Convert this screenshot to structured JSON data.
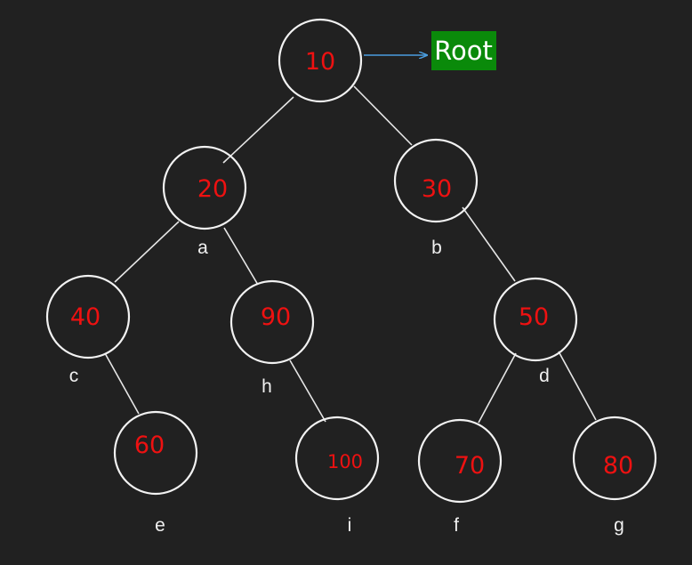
{
  "root_marker": {
    "label": "Root",
    "bg_color": "#0a8a0a",
    "arrow_color": "#4a9ee0"
  },
  "colors": {
    "background": "#212121",
    "node_value": "#ee1111",
    "node_outline": "#f2f2f2",
    "letter_label": "#f0f0f0"
  },
  "nodes": [
    {
      "id": "n10",
      "value": "10",
      "letter": ""
    },
    {
      "id": "n20",
      "value": "20",
      "letter": "a"
    },
    {
      "id": "n30",
      "value": "30",
      "letter": "b"
    },
    {
      "id": "n40",
      "value": "40",
      "letter": "c"
    },
    {
      "id": "n90",
      "value": "90",
      "letter": "h"
    },
    {
      "id": "n50",
      "value": "50",
      "letter": "d"
    },
    {
      "id": "n60",
      "value": "60",
      "letter": "e"
    },
    {
      "id": "n100",
      "value": "100",
      "letter": "i"
    },
    {
      "id": "n70",
      "value": "70",
      "letter": "f"
    },
    {
      "id": "n80",
      "value": "80",
      "letter": "g"
    }
  ],
  "edges": [
    {
      "from": "10",
      "to": "20"
    },
    {
      "from": "10",
      "to": "30"
    },
    {
      "from": "20",
      "to": "40"
    },
    {
      "from": "20",
      "to": "90"
    },
    {
      "from": "30",
      "to": "50"
    },
    {
      "from": "40",
      "to": "60"
    },
    {
      "from": "90",
      "to": "100"
    },
    {
      "from": "50",
      "to": "70"
    },
    {
      "from": "50",
      "to": "80"
    }
  ]
}
